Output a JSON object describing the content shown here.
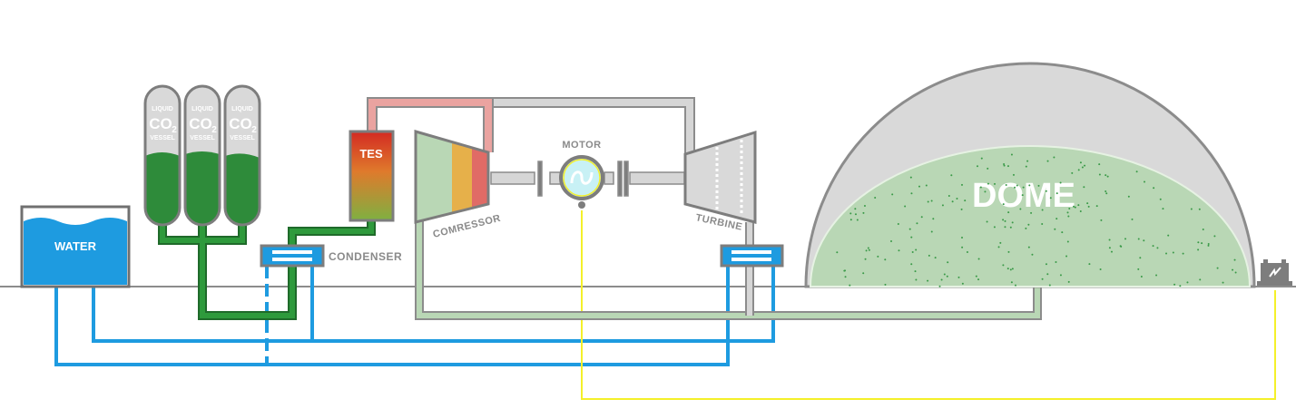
{
  "labels": {
    "water": "WATER",
    "vessel_top": "LIQUID",
    "vessel_main": "CO",
    "vessel_sub": "2",
    "vessel_bottom": "VESSEL",
    "tes": "TES",
    "condenser": "CONDENSER",
    "compressor": "COMRESSOR",
    "motor": "MOTOR",
    "turbine": "TURBINE",
    "dome": "DOME"
  },
  "icons": {
    "grid": "battery-lightning-icon",
    "motor": "sine-wave-icon"
  },
  "colors": {
    "pipe_gray": "#d0d0d0",
    "outline": "#808080",
    "water_blue": "#1e9be0",
    "liquid_green": "#2e8b3a",
    "hot_red": "#d9332a",
    "gas_green": "#b9d7b5",
    "signal_yellow": "#f4f02a",
    "motor_cyan": "#c8f1f5"
  }
}
